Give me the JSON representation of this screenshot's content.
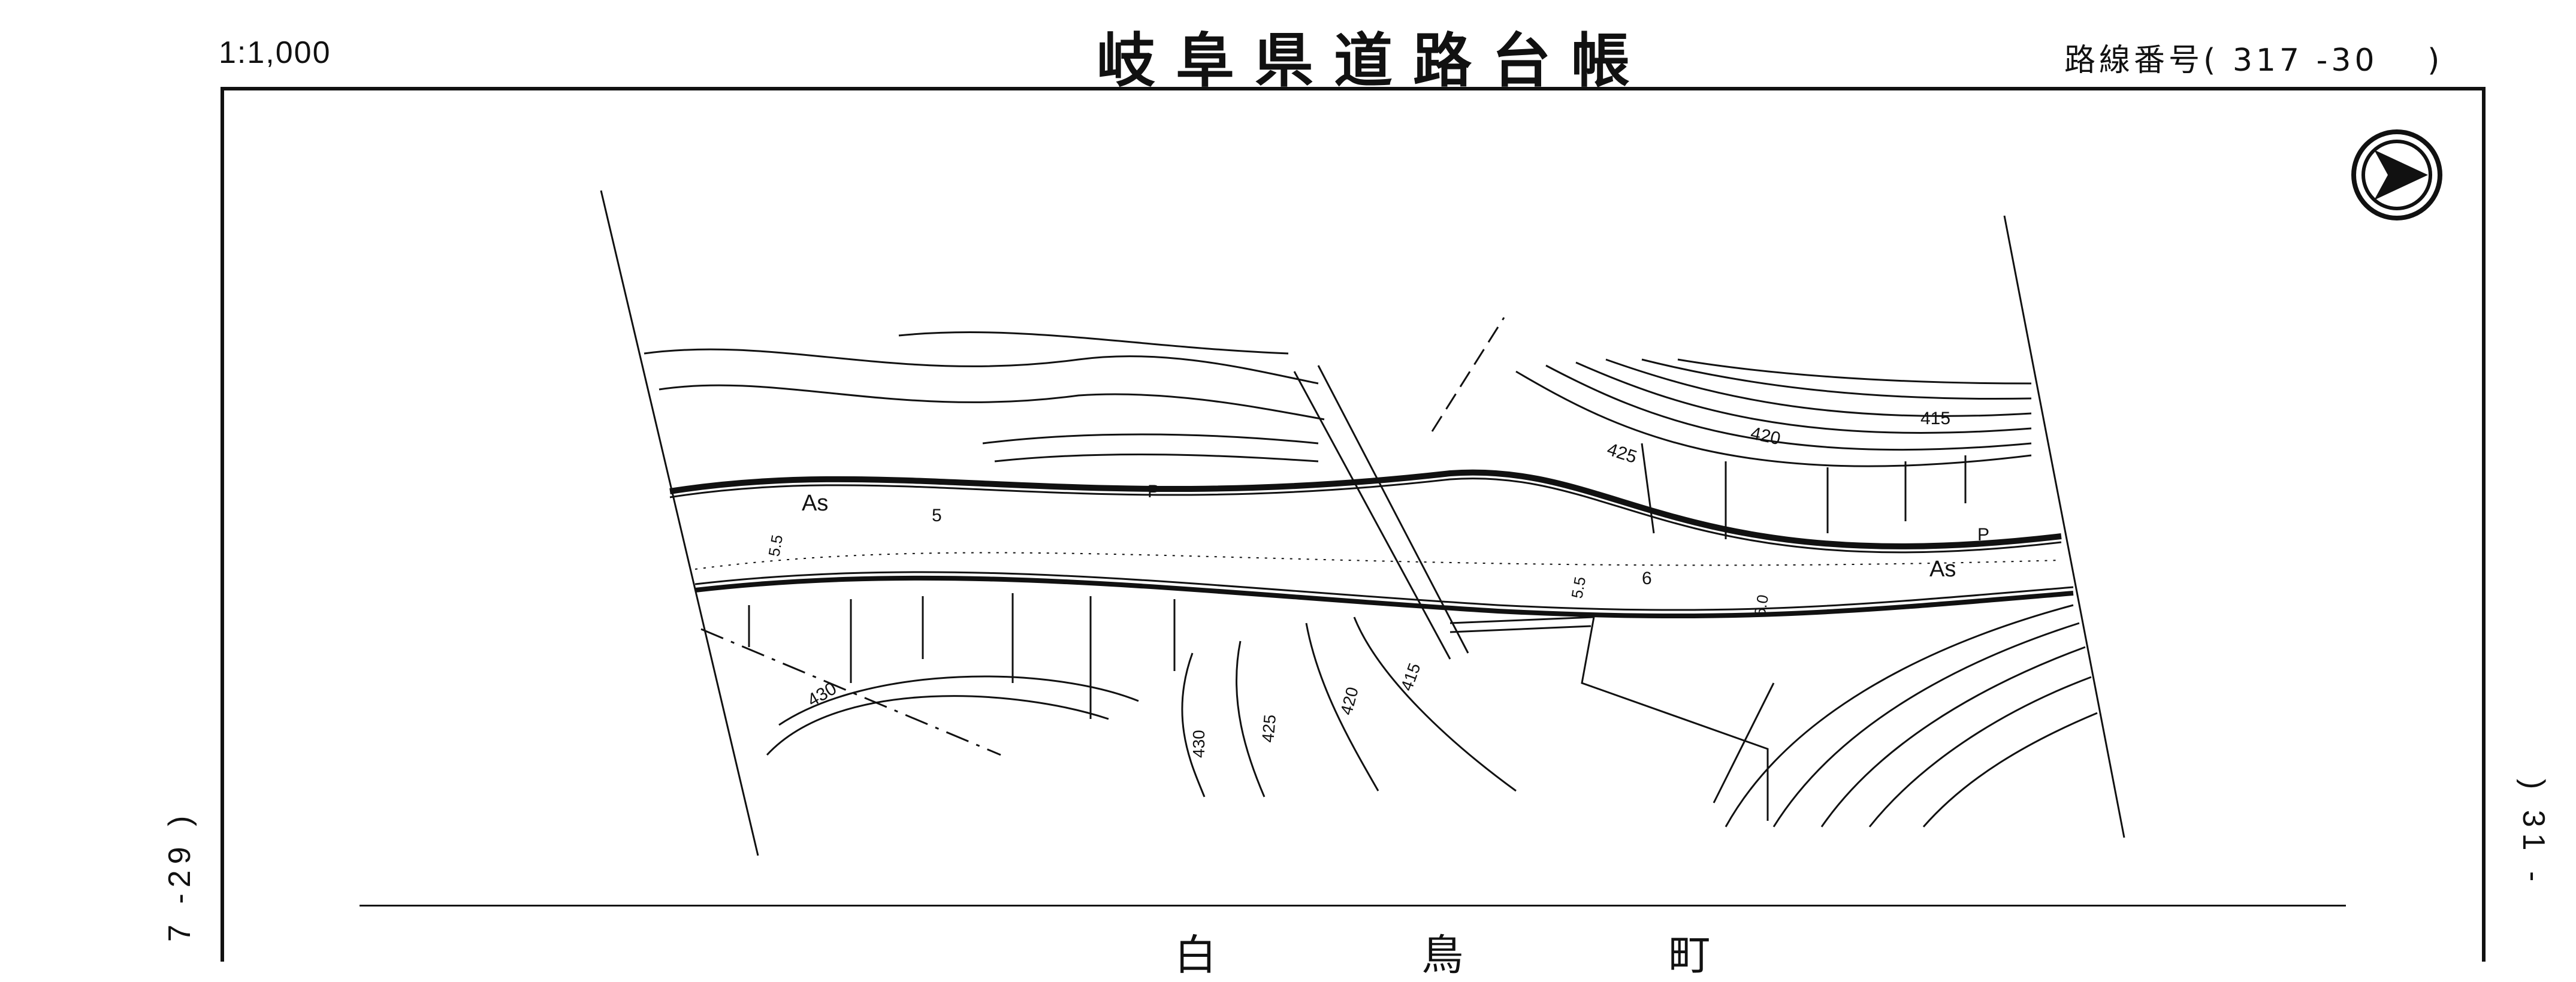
{
  "header": {
    "scale": "1:1,000",
    "title": "岐阜県道路台帳",
    "route_label": "路線番号(",
    "route_number": "317 -30",
    "route_close": ")"
  },
  "side": {
    "left_text": "7 -29 )",
    "right_text": ") 31 -"
  },
  "bottom": {
    "name": "白 鳥 町"
  },
  "map": {
    "road_surface_left": "As",
    "road_surface_right": "As",
    "sidewalk_left": "P",
    "sidewalk_right": "P",
    "width_labels": [
      "5.5",
      "5",
      "5.5",
      "6",
      "6.0"
    ],
    "contour_labels": [
      "415",
      "420",
      "425",
      "430",
      "430",
      "425",
      "420",
      "415"
    ],
    "north_arrow": "north-arrow-icon"
  }
}
